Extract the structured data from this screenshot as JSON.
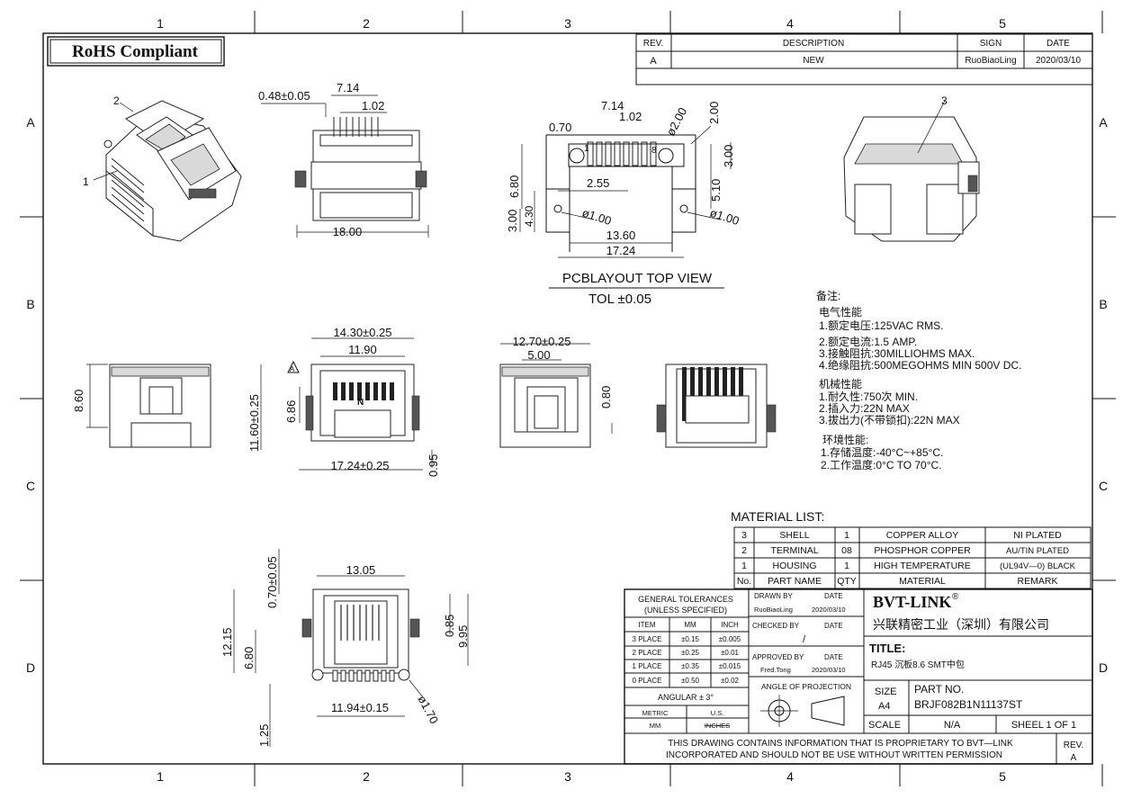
{
  "frame": {
    "columns": [
      "1",
      "2",
      "3",
      "4",
      "5"
    ],
    "rows": [
      "A",
      "B",
      "C",
      "D"
    ]
  },
  "rohs_label": "RoHS Compliant",
  "revision_table": {
    "headers": {
      "rev": "REV.",
      "description": "DESCRIPTION",
      "sign": "SIGN",
      "date": "DATE"
    },
    "row": {
      "rev": "A",
      "description": "NEW",
      "sign": "RuoBiaoLing",
      "date": "2020/03/10"
    }
  },
  "view_callouts": {
    "pin1": "1",
    "housing_2": "2",
    "terminal_1": "1",
    "shell_3": "3",
    "triangle": "A"
  },
  "front_view_dims": {
    "d1": "0.48±0.05",
    "d2": "7.14",
    "d3": "1.02",
    "d4": "18.00"
  },
  "pcb_layout": {
    "d_070": "0.70",
    "d_714": "7.14",
    "d_102": "1.02",
    "d_200d": "ø2.00",
    "d_200": "2.00",
    "d_300": "3.00",
    "d_680": "6.80",
    "d_255": "2.55",
    "d_510": "5.10",
    "d_300b": "3.00",
    "d_430": "4.30",
    "d_100a": "ø1.00",
    "d_100b": "ø1.00",
    "d_1360": "13.60",
    "d_1724": "17.24",
    "pin_first": "1",
    "pin_last": "8",
    "title": "PCBLAYOUT TOP VIEW",
    "tolerance": "TOL ±0.05"
  },
  "side_view_dims": {
    "h": "8.60"
  },
  "front2_dims": {
    "w1": "14.30±0.25",
    "w2": "11.90",
    "h1": "11.60±0.25",
    "h2": "6.86",
    "bottom": "17.24±0.25",
    "h3": "0.95",
    "pin_label": "N"
  },
  "side2_dims": {
    "w": "12.70±0.25",
    "w2": "5.00",
    "h": "0.80"
  },
  "bottom_view_dims": {
    "w": "13.05",
    "h_top": "0.70±0.05",
    "h1": "12.15",
    "h2": "6.80",
    "h3": "0.85",
    "h4": "9.95",
    "w_bottom": "11.94±0.15",
    "diam": "ø1.70",
    "h5": "1.25"
  },
  "notes": {
    "heading": "备注:",
    "electrical_title": "电气性能",
    "electrical": [
      "1.额定电压:125VAC RMS.",
      "2.额定电流:1.5 AMP.",
      "3.接触阻抗:30MILLIOHMS MAX.",
      "4.绝缘阻抗:500MEGOHMS MIN 500V DC."
    ],
    "mechanical_title": "机械性能",
    "mechanical": [
      "1.耐久性:750次 MIN.",
      "2.插入力:22N MAX",
      "3.拔出力(不带锁扣):22N MAX"
    ],
    "environment_title": "环境性能:",
    "environment": [
      "1.存储温度:-40°C~+85°C.",
      "2.工作温度:0°C TO 70°C."
    ]
  },
  "material_list": {
    "title": "MATERIAL  LIST:",
    "rows": [
      {
        "no": "3",
        "name": "SHELL",
        "qty": "1",
        "material": "COPPER  ALLOY",
        "remark": "NI PLATED"
      },
      {
        "no": "2",
        "name": "TERMINAL",
        "qty": "08",
        "material": "PHOSPHOR  COPPER",
        "remark": "AU/TIN PLATED"
      },
      {
        "no": "1",
        "name": "HOUSING",
        "qty": "1",
        "material": "HIGH  TEMPERATURE",
        "remark": "(UL94V—0)  BLACK"
      }
    ],
    "header": {
      "no": "No.",
      "name": "PART  NAME",
      "qty": "QTY",
      "material": "MATERIAL",
      "remark": "REMARK"
    }
  },
  "title_block": {
    "general_tol": "GENERAL TOLERANCES",
    "unless": "(UNLESS SPECIFIED)",
    "tol_headers": {
      "item": "ITEM",
      "mm": "MM",
      "inch": "INCH"
    },
    "tol_rows": [
      {
        "item": "3  PLACE",
        "mm": "±0.15",
        "inch": "±0.005"
      },
      {
        "item": "2  PLACE",
        "mm": "±0.25",
        "inch": "±0.01"
      },
      {
        "item": "1  PLACE",
        "mm": "±0.35",
        "inch": "±0.015"
      },
      {
        "item": "0  PLACE",
        "mm": "±0.50",
        "inch": "±0.02"
      }
    ],
    "angular": "ANGULAR  ±  3°",
    "metric": "METRIC",
    "us": "U.S.",
    "mm": "MM",
    "inches": "INCHES",
    "drawn_by_label": "DRAWN BY",
    "drawn_by": "RuoBiaoLing",
    "drawn_date_label": "DATE",
    "drawn_date": "2020/03/10",
    "checked_by_label": "CHECKED BY",
    "checked_date_label": "DATE",
    "checked_mark": "/",
    "approved_by_label": "APPROVED BY",
    "approved_by": "Fred.Tong",
    "approved_date_label": "DATE",
    "approved_date": "2020/03/10",
    "angle_projection": "ANGLE  OF  PROJECTION",
    "company": "BVT-LINK",
    "company_reg": "®",
    "company_cn": "兴联精密工业（深圳）有限公司",
    "title_label": "TITLE:",
    "title_text": "RJ45  沉板8.6  SMT中包",
    "size_label": "SIZE",
    "size": "A4",
    "part_no_label": "PART  NO.",
    "part_no": "BRJF082B1N11137ST",
    "scale_label": "SCALE",
    "scale": "N/A",
    "sheet": "SHEEL  1  OF  1",
    "proprietary1": "THIS  DRAWING  CONTAINS  INFORMATION  THAT  IS  PROPRIETARY  TO  BVT—LINK",
    "proprietary2": "INCORPORATED  AND  SHOULD  NOT  BE  USE  WITHOUT  WRITTEN  PERMISSION",
    "rev_label": "REV.",
    "rev": "A"
  }
}
